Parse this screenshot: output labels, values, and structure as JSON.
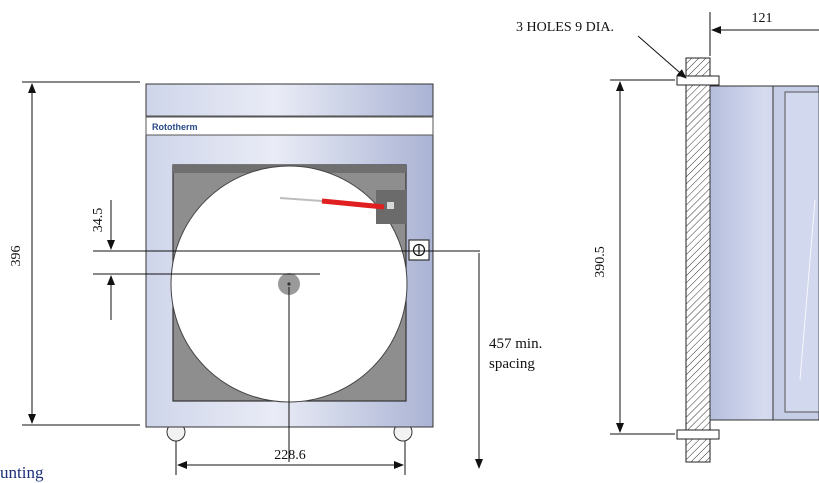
{
  "dimensions": {
    "height_overall": "396",
    "chart_offset": "34.5",
    "chart_center_width": "228.6",
    "min_spacing_line1": "457 min.",
    "min_spacing_line2": "spacing",
    "side_height": "390.5",
    "side_depth": "121",
    "holes_note": "3 HOLES 9 DIA."
  },
  "brand_label": "Rototherm",
  "corner_caption": "unting",
  "colors": {
    "case_light": "#e6e9f3",
    "case_dark": "#a8b1d2",
    "window_gray": "#8c8c8c",
    "pen_red": "#e02020",
    "line": "#111111"
  }
}
